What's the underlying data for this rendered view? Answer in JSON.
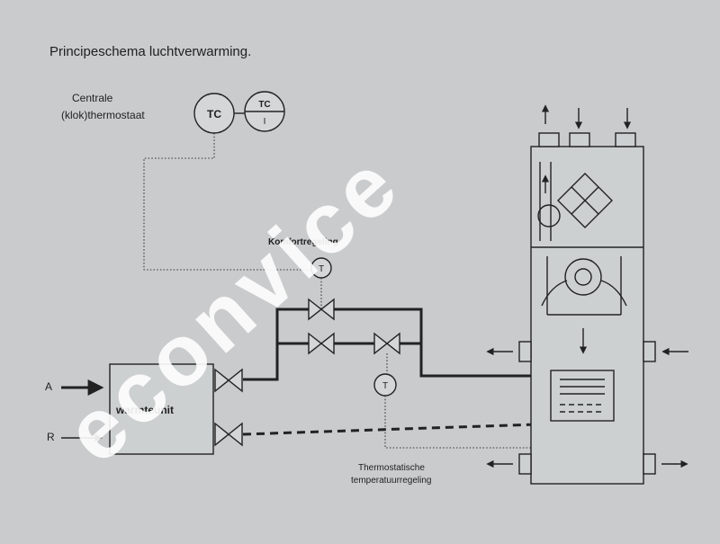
{
  "title": "Principeschema luchtverwarming.",
  "thermostat": {
    "label_line1": "Centrale",
    "label_line2": "(klok)thermostaat",
    "tc_left": "TC",
    "tc_right_top": "TC",
    "tc_right_bottom": "I"
  },
  "comfort_control": {
    "label": "Komfortregeling",
    "sensor": "T"
  },
  "thermostatic_control": {
    "label_line1": "Thermostatische",
    "label_line2": "temperatuurregeling",
    "sensor": "T"
  },
  "heat_unit": {
    "label": "warmteunit",
    "supply": "A",
    "return": "R"
  },
  "watermark": "econvice"
}
